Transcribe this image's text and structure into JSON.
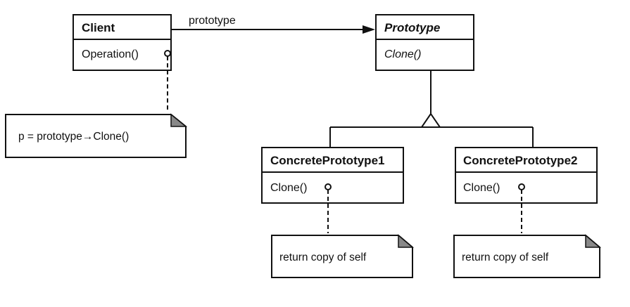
{
  "classes": {
    "client": {
      "name": "Client",
      "operation": "Operation()"
    },
    "prototype": {
      "name": "Prototype",
      "operation": "Clone()"
    },
    "concrete1": {
      "name": "ConcretePrototype1",
      "operation": "Clone()"
    },
    "concrete2": {
      "name": "ConcretePrototype2",
      "operation": "Clone()"
    }
  },
  "association": {
    "label": "prototype"
  },
  "notes": {
    "client": "p = prototype→Clone()",
    "concrete1": "return copy of self",
    "concrete2": "return copy of self"
  }
}
